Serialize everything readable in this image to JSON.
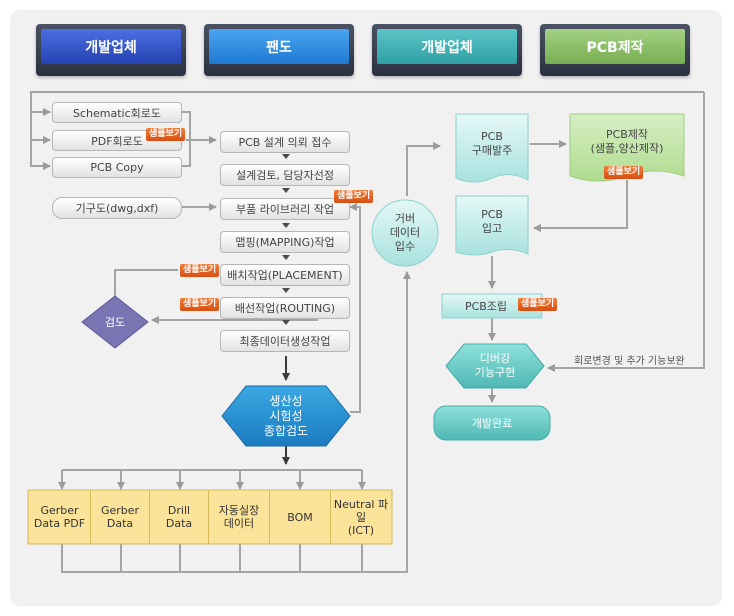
{
  "header": {
    "col1": "개발업체",
    "col2": "팬도",
    "col3": "개발업체",
    "col4": "PCB제작"
  },
  "inputs": {
    "schematic": "Schematic회로도",
    "pdf": "PDF회로도",
    "pcb_copy": "PCB Copy",
    "mech": "기구도(dwg,dxf)"
  },
  "steps": {
    "s1": "PCB 설계 의뢰 접수",
    "s2": "설계검토, 담당자선정",
    "s3": "부품 라이브러리 작업",
    "s4": "맵핑(MAPPING)작업",
    "s5": "배치작업(PLACEMENT)",
    "s6": "배선작업(ROUTING)",
    "s7": "최종데이터생성작업"
  },
  "review": "검도",
  "hex": "생산성\n시험성\n종합검도",
  "outputs": [
    "Gerber\nData PDF",
    "Gerber\nData",
    "Drill\nData",
    "자동실장\n데이터",
    "BOM",
    "Neutral 파일\n(ICT)"
  ],
  "gerber_input": "거버\n데이터\n입수",
  "pcb_order": "PCB\n구매발주",
  "pcb_make": "PCB제작\n(샘플,양산제작)",
  "pcb_in": "PCB\n입고",
  "pcb_asm": "PCB조립",
  "debug": "디버깅\n기능구현",
  "done": "개발완료",
  "feedback_note": "회로변경 및 추가 기능보완",
  "badge_label": "샘플보기",
  "colors": {
    "blue_header": "#2f53c6",
    "light_blue_header": "#2c8ee3",
    "teal_header": "#3fb1b5",
    "green_header": "#8cc06a",
    "teal_shape": "#65c9c4",
    "purple": "#7a74b3",
    "hex_blue": "#2490cf",
    "yellow": "#fbe399",
    "badge": "#e3621c"
  }
}
